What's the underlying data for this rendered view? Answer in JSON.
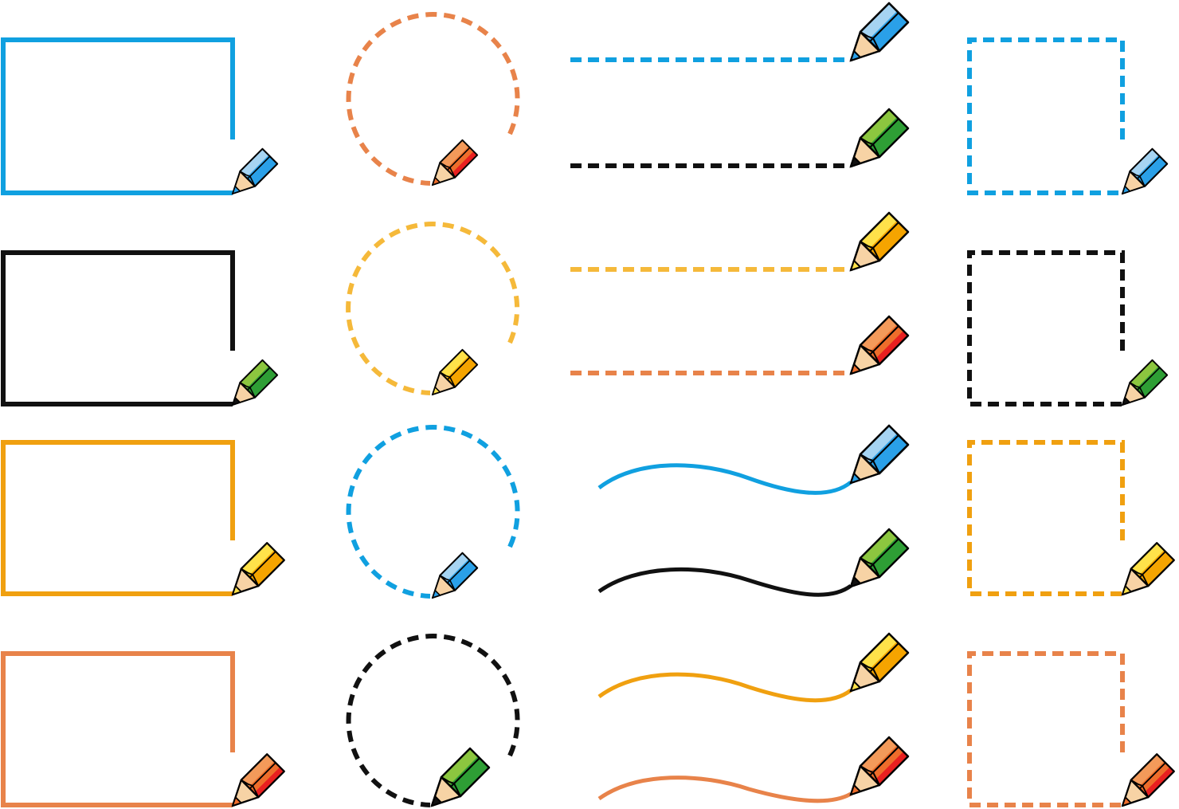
{
  "colors": {
    "blue": "#10a0e0",
    "black": "#111111",
    "orange": "#f0a010",
    "salmon": "#e8834a",
    "yellow": "#f5b93a"
  },
  "pencil_colors": {
    "blue": {
      "main": "#2aa0e8",
      "light": "#a6d4f2"
    },
    "green": {
      "main": "#2e9e35",
      "light": "#8cc63f"
    },
    "yellow": {
      "main": "#f5a400",
      "light": "#ffe24a"
    },
    "orange": {
      "main": "#ee6d2b",
      "light": "#f39a5a",
      "dark": "#e82020"
    }
  },
  "frames": [
    {
      "kind": "rect-solid",
      "stroke": "blue",
      "pencil": "blue"
    },
    {
      "kind": "rect-solid",
      "stroke": "black",
      "pencil": "green"
    },
    {
      "kind": "rect-solid",
      "stroke": "orange",
      "pencil": "yellow"
    },
    {
      "kind": "rect-solid",
      "stroke": "salmon",
      "pencil": "orange"
    },
    {
      "kind": "circle-dash",
      "stroke": "salmon",
      "pencil": "orange"
    },
    {
      "kind": "circle-dash",
      "stroke": "yellow",
      "pencil": "yellow"
    },
    {
      "kind": "circle-dash",
      "stroke": "blue",
      "pencil": "blue"
    },
    {
      "kind": "circle-dash",
      "stroke": "black",
      "pencil": "green"
    },
    {
      "kind": "line-dash",
      "stroke": "blue",
      "pencil": "blue"
    },
    {
      "kind": "line-dash",
      "stroke": "black",
      "pencil": "green"
    },
    {
      "kind": "line-dash",
      "stroke": "yellow",
      "pencil": "yellow"
    },
    {
      "kind": "line-dash",
      "stroke": "salmon",
      "pencil": "orange"
    },
    {
      "kind": "wave-solid",
      "stroke": "blue",
      "pencil": "blue"
    },
    {
      "kind": "wave-solid",
      "stroke": "black",
      "pencil": "green"
    },
    {
      "kind": "wave-solid",
      "stroke": "orange",
      "pencil": "yellow"
    },
    {
      "kind": "wave-solid",
      "stroke": "salmon",
      "pencil": "orange"
    },
    {
      "kind": "rect-dash",
      "stroke": "blue",
      "pencil": "blue"
    },
    {
      "kind": "rect-dash",
      "stroke": "black",
      "pencil": "green"
    },
    {
      "kind": "rect-dash",
      "stroke": "orange",
      "pencil": "yellow"
    },
    {
      "kind": "rect-dash",
      "stroke": "salmon",
      "pencil": "orange"
    }
  ]
}
